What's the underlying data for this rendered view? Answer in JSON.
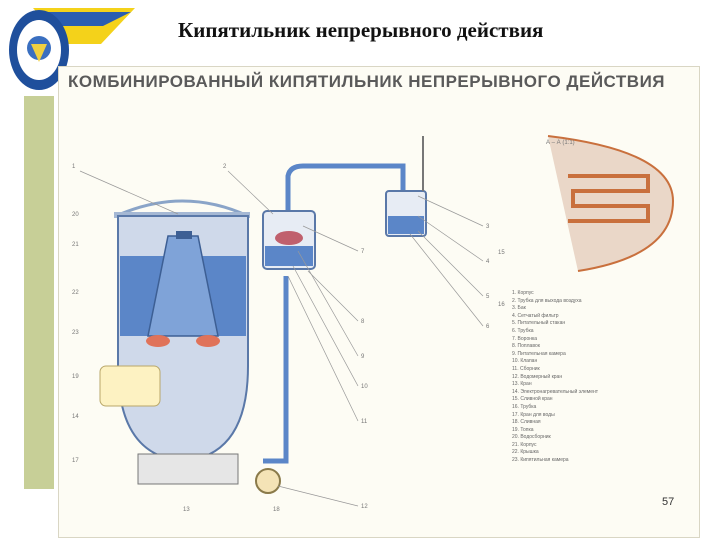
{
  "slide": {
    "title": "Кипятильник непрерывного действия",
    "page_number": "57"
  },
  "poster": {
    "heading": "КОМБИНИРОВАННЫЙ КИПЯТИЛЬНИК НЕПРЕРЫВНОГО ДЕЙСТВИЯ",
    "section_label": "А – А (1:1)"
  },
  "colors": {
    "water": "#5b86c8",
    "steel": "#8aa4c8",
    "heater": "#e0735a",
    "accent_bar": "#c7cf97",
    "copper": "#c9703d"
  },
  "icons": [
    "university-emblem-logo"
  ],
  "legend": [
    "1. Корпус",
    "2. Трубка для выхода воздуха",
    "3. Бак",
    "4. Сетчатый фильтр",
    "5. Питательный стакан",
    "6. Трубка",
    "7. Воронка",
    "8. Поплавок",
    "9. Питательная камера",
    "10. Клапан",
    "11. Сборник",
    "12. Водомерный кран",
    "13. Кран",
    "14. Электронагревательный элемент",
    "15. Сливной кран",
    "16. Трубка",
    "17. Кран для воды",
    "18. Сливная",
    "19. Топка",
    "20. Водосборник",
    "21. Корпус",
    "22. Крышка",
    "23. Кипятильная камера"
  ],
  "callouts": [
    "1",
    "2",
    "3",
    "4",
    "5",
    "6",
    "7",
    "8",
    "9",
    "10",
    "11",
    "12",
    "13",
    "14",
    "15",
    "16",
    "17",
    "18",
    "19",
    "20",
    "21",
    "22",
    "23"
  ]
}
